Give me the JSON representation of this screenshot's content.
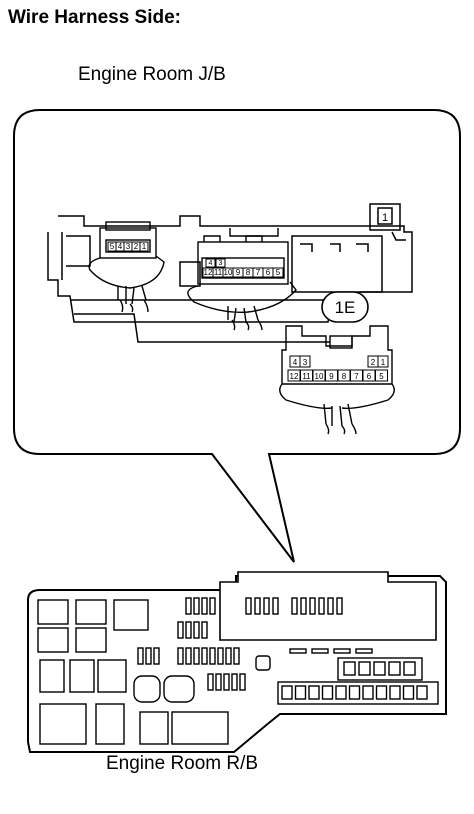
{
  "heading": "Wire Harness Side:",
  "engine_room_jb": "Engine Room J/B",
  "engine_room_rb": "Engine Room R/B",
  "connector_code": "1E",
  "terminal_box": "1",
  "connector_1E": {
    "top_row": [
      "4",
      "3",
      "2",
      "1"
    ],
    "bottom_row": [
      "12",
      "11",
      "10",
      "9",
      "8",
      "7",
      "6",
      "5"
    ]
  },
  "connector_middle": {
    "top_row": [
      "4",
      "3"
    ],
    "bottom_row": [
      "12",
      "11",
      "10",
      "9",
      "8",
      "7",
      "6",
      "5"
    ]
  },
  "connector_left": {
    "pins": [
      "5",
      "4",
      "3",
      "2",
      "1"
    ]
  }
}
